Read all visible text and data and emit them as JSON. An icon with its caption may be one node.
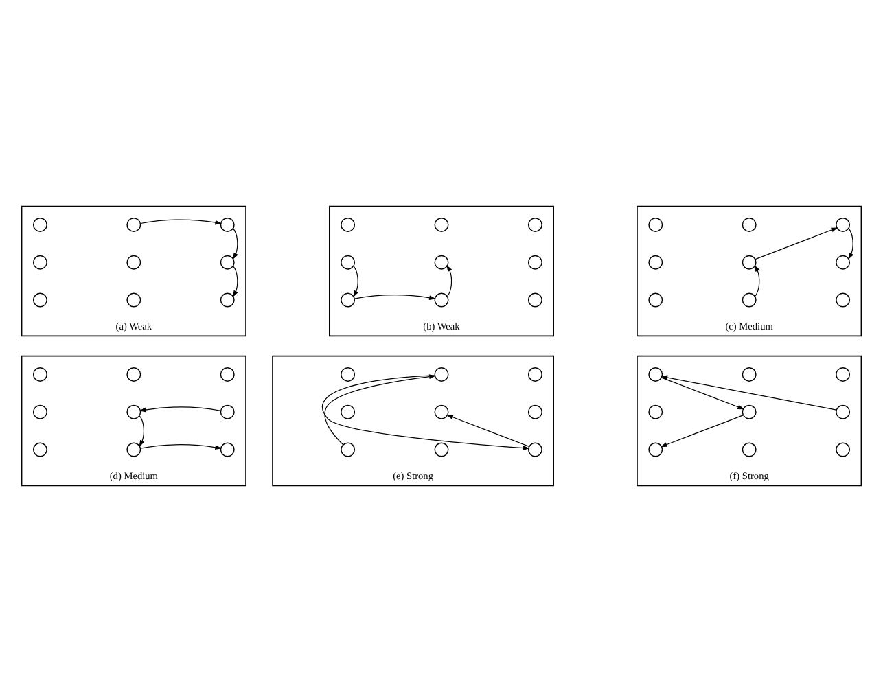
{
  "diagram": {
    "nodes": [
      {
        "text": [
          "(a) Weak"
        ]
      },
      {
        "text": [],
        "shape": "circle",
        "in": 0
      },
      {
        "text": [],
        "shape": "circle",
        "in": 0
      },
      {
        "text": [],
        "shape": "circle",
        "in": 0
      },
      {
        "text": [],
        "shape": "circle",
        "in": 0
      },
      {
        "text": [],
        "shape": "circle",
        "in": 0
      },
      {
        "text": [],
        "shape": "circle",
        "in": 0
      },
      {
        "text": [],
        "shape": "circle",
        "in": 0
      },
      {
        "text": [],
        "shape": "circle",
        "in": 0
      },
      {
        "text": [],
        "shape": "circle",
        "in": 0
      },
      {
        "text": [
          "(b) Weak"
        ]
      },
      {
        "text": [],
        "shape": "circle",
        "in": 10
      },
      {
        "text": [],
        "shape": "circle",
        "in": 10
      },
      {
        "text": [],
        "shape": "circle",
        "in": 10
      },
      {
        "text": [],
        "shape": "circle",
        "in": 10
      },
      {
        "text": [],
        "shape": "circle",
        "in": 10
      },
      {
        "text": [],
        "shape": "circle",
        "in": 10
      },
      {
        "text": [],
        "shape": "circle",
        "in": 10
      },
      {
        "text": [],
        "shape": "circle",
        "in": 10
      },
      {
        "text": [],
        "shape": "circle",
        "in": 10
      },
      {
        "text": [
          "(c) Medium"
        ]
      },
      {
        "text": [],
        "shape": "circle",
        "in": 20
      },
      {
        "text": [],
        "shape": "circle",
        "in": 20
      },
      {
        "text": [],
        "shape": "circle",
        "in": 20
      },
      {
        "text": [],
        "shape": "circle",
        "in": 20
      },
      {
        "text": [],
        "shape": "circle",
        "in": 20
      },
      {
        "text": [],
        "shape": "circle",
        "in": 20
      },
      {
        "text": [],
        "shape": "circle",
        "in": 20
      },
      {
        "text": [],
        "shape": "circle",
        "in": 20
      },
      {
        "text": [],
        "shape": "circle",
        "in": 20
      },
      {
        "text": [
          "(d) Medium"
        ]
      },
      {
        "text": [],
        "shape": "circle",
        "in": 30
      },
      {
        "text": [],
        "shape": "circle",
        "in": 30
      },
      {
        "text": [],
        "shape": "circle",
        "in": 30
      },
      {
        "text": [],
        "shape": "circle",
        "in": 30
      },
      {
        "text": [],
        "shape": "circle",
        "in": 30
      },
      {
        "text": [],
        "shape": "circle",
        "in": 30
      },
      {
        "text": [],
        "shape": "circle",
        "in": 30
      },
      {
        "text": [],
        "shape": "circle",
        "in": 30
      },
      {
        "text": [],
        "shape": "circle",
        "in": 30
      },
      {
        "text": [
          "(e) Strong"
        ]
      },
      {
        "text": [],
        "shape": "circle",
        "in": 40
      },
      {
        "text": [],
        "shape": "circle",
        "in": 40
      },
      {
        "text": [],
        "shape": "circle",
        "in": 40
      },
      {
        "text": [],
        "shape": "circle",
        "in": 40
      },
      {
        "text": [],
        "shape": "circle",
        "in": 40
      },
      {
        "text": [],
        "shape": "circle",
        "in": 40
      },
      {
        "text": [],
        "shape": "circle",
        "in": 40
      },
      {
        "text": [],
        "shape": "circle",
        "in": 40
      },
      {
        "text": [],
        "shape": "circle",
        "in": 40
      },
      {
        "text": [
          "(f) Strong"
        ]
      },
      {
        "text": [],
        "shape": "circle",
        "in": 50
      },
      {
        "text": [],
        "shape": "circle",
        "in": 50
      },
      {
        "text": [],
        "shape": "circle",
        "in": 50
      },
      {
        "text": [],
        "shape": "circle",
        "in": 50
      },
      {
        "text": [],
        "shape": "circle",
        "in": 50
      },
      {
        "text": [],
        "shape": "circle",
        "in": 50
      },
      {
        "text": [],
        "shape": "circle",
        "in": 50
      },
      {
        "text": [],
        "shape": "circle",
        "in": 50
      },
      {
        "text": [],
        "shape": "circle",
        "in": 50
      }
    ],
    "edges": [
      {
        "from": 2,
        "to": 3,
        "arrow": "to"
      },
      {
        "from": 3,
        "to": 6,
        "arrow": "to"
      },
      {
        "from": 6,
        "to": 9,
        "arrow": "to"
      },
      {
        "from": 14,
        "to": 17,
        "arrow": "to"
      },
      {
        "from": 17,
        "to": 18,
        "arrow": "to"
      },
      {
        "from": 18,
        "to": 15,
        "arrow": "to"
      },
      {
        "from": 28,
        "to": 25,
        "arrow": "to"
      },
      {
        "from": 25,
        "to": 23,
        "arrow": "to"
      },
      {
        "from": 23,
        "to": 26,
        "arrow": "to"
      },
      {
        "from": 36,
        "to": 35,
        "arrow": "to"
      },
      {
        "from": 35,
        "to": 38,
        "arrow": "to"
      },
      {
        "from": 38,
        "to": 39,
        "arrow": "to"
      },
      {
        "from": 47,
        "to": 42,
        "arrow": "to"
      },
      {
        "from": 42,
        "to": 49,
        "arrow": "to"
      },
      {
        "from": 49,
        "to": 45,
        "arrow": "to"
      },
      {
        "from": 56,
        "to": 51,
        "arrow": "to"
      },
      {
        "from": 51,
        "to": 55,
        "arrow": "to"
      },
      {
        "from": 55,
        "to": 57,
        "arrow": "to"
      }
    ]
  }
}
